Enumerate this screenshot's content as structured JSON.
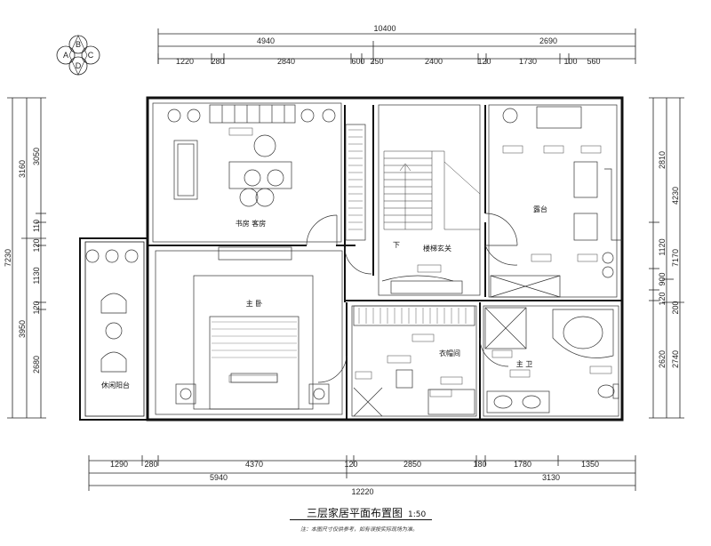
{
  "compass": {
    "letters": [
      "B",
      "A",
      "C",
      "D"
    ]
  },
  "dims_top_total": "10400",
  "dims_top_mid": [
    "4940",
    "2690"
  ],
  "dims_top_detail": [
    "1220",
    "280",
    "2840",
    "600",
    "250",
    "2400",
    "120",
    "1730",
    "100",
    "560"
  ],
  "dims_bottom_detail": [
    "1290",
    "280",
    "4370",
    "120",
    "2850",
    "180",
    "1780",
    "1350"
  ],
  "dims_bottom_mid": [
    "5940",
    "3130"
  ],
  "dims_bottom_total": "12220",
  "dims_left_outer": "7230",
  "dims_left_mid": [
    "3160",
    "3950"
  ],
  "dims_left_inner": [
    "3050",
    "110",
    "120",
    "1130",
    "120",
    "2680"
  ],
  "dims_right_outer": [
    "4230",
    "7170"
  ],
  "dims_right_inner": [
    "2810",
    "1120",
    "900",
    "120",
    "200",
    "2620",
    "2740"
  ],
  "rooms": {
    "study": "书房 客房",
    "stair": "楼梯玄关",
    "terrace": "露台",
    "master": "主 卧",
    "closet": "衣帽间",
    "bath": "主 卫",
    "balcony": "休闲阳台",
    "down": "下"
  },
  "title": "三层家居平面布置图",
  "scale": "1:50",
  "note": "注：本图尺寸仅供参考，如有误按实际现场为准。"
}
